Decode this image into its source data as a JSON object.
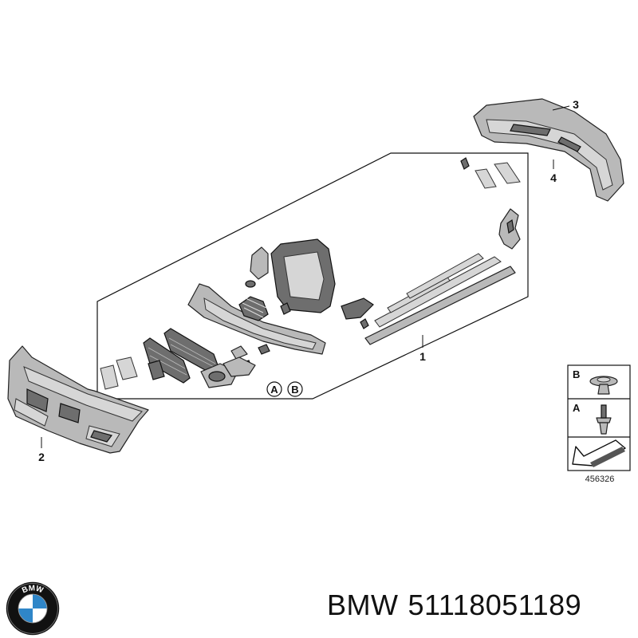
{
  "callouts": {
    "part_1": "1",
    "part_2": "2",
    "part_3": "3",
    "part_4": "4"
  },
  "legend": {
    "letter_a": "A",
    "letter_b": "B",
    "diagram_number": "456326"
  },
  "caption": {
    "brand": "BMW",
    "part_number": "51118051189"
  },
  "logo": {
    "text": "BMW",
    "colors": {
      "blue": "#2f86c8",
      "white": "#ffffff",
      "ring": "#111111"
    }
  }
}
